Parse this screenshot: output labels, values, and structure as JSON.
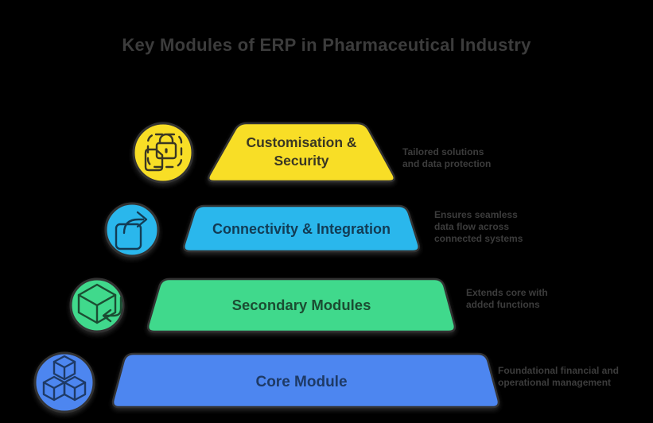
{
  "title": "Key Modules of ERP in Pharmaceutical Industry",
  "colors": {
    "background": "#000000",
    "shape_border": "#333333",
    "title_text": "#3c3c3c",
    "annotation_text": "#3c3c3c"
  },
  "levels": [
    {
      "id": "customisation-security",
      "label": "Customisation & Security",
      "annotation": "Tailored solutions and data protection",
      "fill": "#F8DE25",
      "label_color": "#3A3723",
      "icon": "lock-document-icon"
    },
    {
      "id": "connectivity-integration",
      "label": "Connectivity & Integration",
      "annotation": "Ensures seamless data flow across connected systems",
      "fill": "#2BB7EC",
      "label_color": "#123C55",
      "icon": "share-export-icon"
    },
    {
      "id": "secondary-modules",
      "label": "Secondary Modules",
      "annotation": "Extends core with added functions",
      "fill": "#3FD98C",
      "label_color": "#1B4D32",
      "icon": "package-receive-icon"
    },
    {
      "id": "core-module",
      "label": "Core Module",
      "annotation": "Foundational financial and operational management",
      "fill": "#4E86F0",
      "label_color": "#1E3A66",
      "icon": "cubes-icon"
    }
  ]
}
